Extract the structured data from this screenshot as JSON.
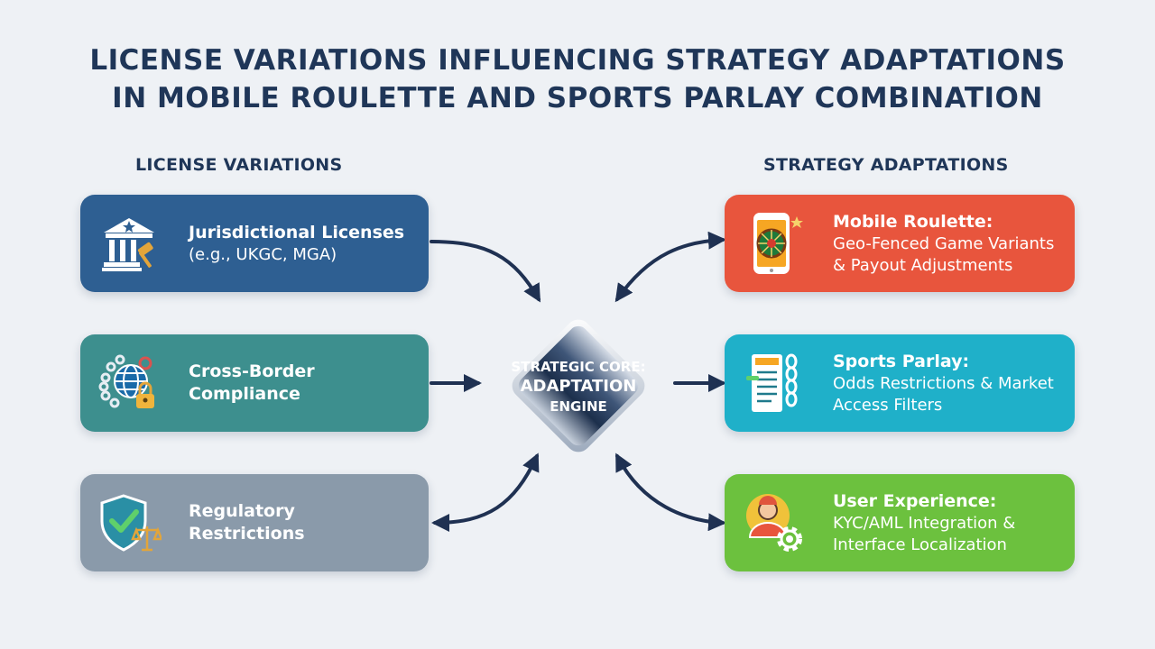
{
  "title": {
    "line1": "LICENSE VARIATIONS INFLUENCING STRATEGY ADAPTATIONS",
    "line2": "IN MOBILE ROULETTE AND SPORTS PARLAY COMBINATION"
  },
  "left_heading": "LICENSE VARIATIONS",
  "right_heading": "STRATEGY ADAPTATIONS",
  "left_cards": [
    {
      "title": "Jurisdictional Licenses",
      "subtitle": "(e.g., UKGC, MGA)",
      "icon": "courthouse-gavel-icon",
      "color": "#2e5f92"
    },
    {
      "title": "Cross-Border",
      "subtitle": "Compliance",
      "icon": "globe-chain-lock-icon",
      "color": "#3d8f8e"
    },
    {
      "title": "Regulatory",
      "subtitle": "Restrictions",
      "icon": "shield-check-scales-icon",
      "color": "#8a9aaa"
    }
  ],
  "right_cards": [
    {
      "title": "Mobile Roulette:",
      "line1": "Geo-Fenced Game Variants",
      "line2": "& Payout Adjustments",
      "icon": "phone-roulette-icon",
      "color": "#e8553d"
    },
    {
      "title": "Sports Parlay:",
      "line1": "Odds Restrictions & Market",
      "line2": "Access Filters",
      "icon": "bet-slip-chain-icon",
      "color": "#1fb0c9"
    },
    {
      "title": "User Experience:",
      "line1": "KYC/AML Integration &",
      "line2": "Interface Localization",
      "icon": "user-gear-icon",
      "color": "#6cc13e"
    }
  ],
  "core": {
    "line1": "STRATEGIC CORE:",
    "line2": "ADAPTATION",
    "line3": "ENGINE"
  }
}
